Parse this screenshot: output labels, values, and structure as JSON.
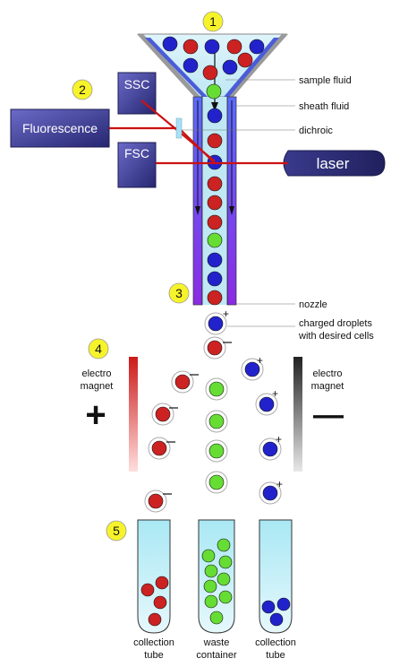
{
  "steps": [
    "1",
    "2",
    "3",
    "4",
    "5"
  ],
  "detectors": {
    "ssc": "SSC",
    "fluorescence": "Fluorescence",
    "fsc": "FSC",
    "laser": "laser"
  },
  "labels": {
    "sample_fluid": "sample fluid",
    "sheath_fluid": "sheath fluid",
    "dichroic": "dichroic",
    "nozzle": "nozzle",
    "charged_droplets_1": "charged droplets",
    "charged_droplets_2": "with desired cells"
  },
  "magnets": {
    "left_line1": "electro",
    "left_line2": "magnet",
    "left_sign": "+",
    "right_line1": "electro",
    "right_line2": "magnet",
    "right_sign": "—"
  },
  "tubes": {
    "left_line1": "collection",
    "left_line2": "tube",
    "middle_line1": "waste",
    "middle_line2": "container",
    "right_line1": "collection",
    "right_line2": "tube"
  },
  "colors": {
    "red_cell": "#cc2222",
    "blue_cell": "#2222cc",
    "green_cell": "#66dd33",
    "number_badge": "#f7f32a",
    "laser_beam": "#cc1111",
    "detector_box": "#2e2e7a"
  }
}
